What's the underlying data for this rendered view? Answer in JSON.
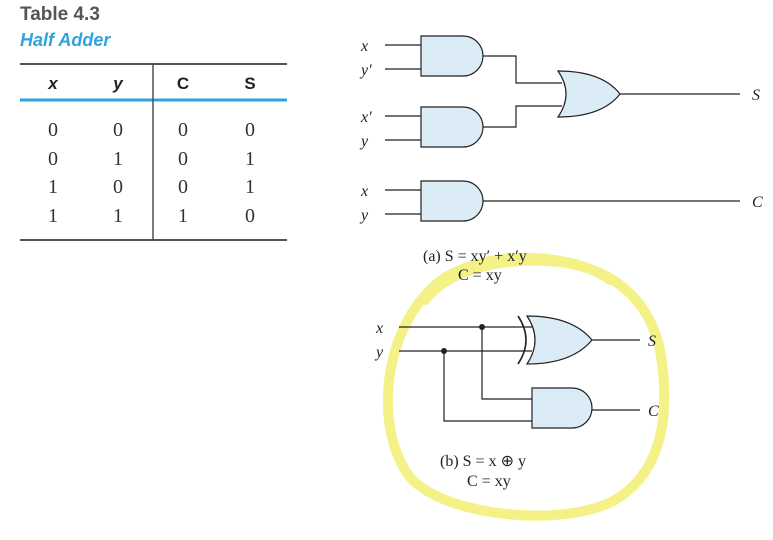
{
  "table": {
    "number": "Table 4.3",
    "title": "Half Adder",
    "headers": [
      "x",
      "y",
      "C",
      "S"
    ],
    "rows": [
      [
        "0",
        "0",
        "0",
        "0"
      ],
      [
        "0",
        "1",
        "0",
        "1"
      ],
      [
        "1",
        "0",
        "0",
        "1"
      ],
      [
        "1",
        "1",
        "1",
        "0"
      ]
    ]
  },
  "diagram_a": {
    "inputs": [
      "x",
      "y′",
      "x′",
      "y",
      "x",
      "y"
    ],
    "outputs": [
      "S",
      "C"
    ],
    "caption_line1": "(a) S = xy′ + x′y",
    "caption_line2": "C = xy"
  },
  "diagram_b": {
    "inputs": [
      "x",
      "y"
    ],
    "outputs": [
      "S",
      "C"
    ],
    "caption_line1": "(b) S = x ⊕ y",
    "caption_line2": "C = xy"
  },
  "colors": {
    "gate_fill": "#dcecf7",
    "accent_blue": "#2ea3dd",
    "highlight": "#f3f07a"
  }
}
